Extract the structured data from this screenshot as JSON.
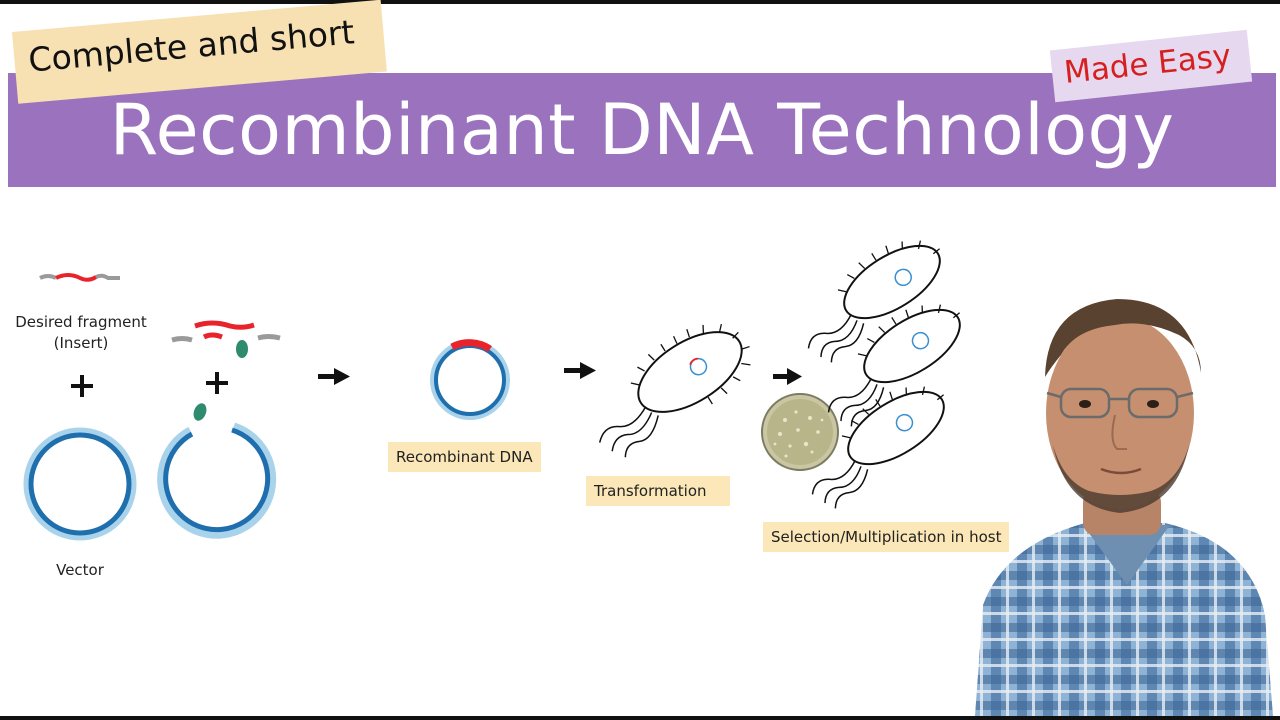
{
  "header": {
    "title": "Recombinant DNA Technology",
    "sticker_left": "Complete and short",
    "sticker_right": "Made Easy"
  },
  "diagram": {
    "insert_label_line1": "Desired fragment",
    "insert_label_line2": "(Insert)",
    "vector_label": "Vector",
    "plus_symbol": "+",
    "step_labels": {
      "recombinant": "Recombinant DNA",
      "transformation": "Transformation",
      "selection": "Selection/Multiplication in host"
    }
  },
  "colors": {
    "banner": "#9b72bd",
    "sticker_left": "#f7e1b3",
    "sticker_right": "#e6d8ef",
    "made_easy_text": "#d61f1f",
    "tag_bg": "#fbe7b8",
    "dna_insert": "#e8232b",
    "dna_flank": "#9a9a9a",
    "plasmid_dark": "#1f6fae",
    "plasmid_light": "#a9d3ea",
    "sticky_end": "#2e8b6e"
  },
  "icons": {
    "arrow": "right-arrow-icon",
    "bacterium": "bacterium-icon",
    "petri_dish": "petri-dish-icon",
    "plasmid": "plasmid-icon"
  }
}
